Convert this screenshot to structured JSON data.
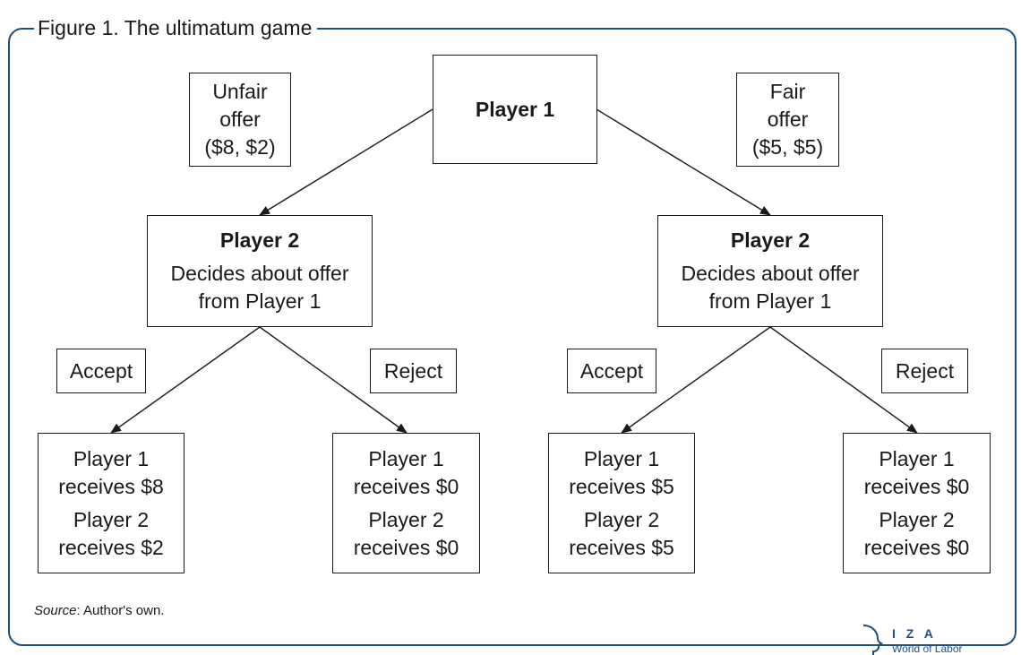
{
  "figure": {
    "title": "Figure 1. The ultimatum game",
    "source_label": "Source",
    "source_text": ": Author's own."
  },
  "nodes": {
    "player1": {
      "title": "Player 1"
    },
    "unfair_offer": {
      "line1": "Unfair",
      "line2": "offer",
      "line3": "($8, $2)"
    },
    "fair_offer": {
      "line1": "Fair",
      "line2": "offer",
      "line3": "($5, $5)"
    },
    "player2_left": {
      "title": "Player 2",
      "line1": "Decides about offer",
      "line2": "from Player 1"
    },
    "player2_right": {
      "title": "Player 2",
      "line1": "Decides about offer",
      "line2": "from Player 1"
    },
    "accept_left": {
      "label": "Accept"
    },
    "reject_left": {
      "label": "Reject"
    },
    "accept_right": {
      "label": "Accept"
    },
    "reject_right": {
      "label": "Reject"
    },
    "outcome_1": {
      "p1": "Player 1",
      "p1_amount": "receives $8",
      "p2": "Player 2",
      "p2_amount": "receives $2"
    },
    "outcome_2": {
      "p1": "Player 1",
      "p1_amount": "receives $0",
      "p2": "Player 2",
      "p2_amount": "receives $0"
    },
    "outcome_3": {
      "p1": "Player 1",
      "p1_amount": "receives $5",
      "p2": "Player 2",
      "p2_amount": "receives $5"
    },
    "outcome_4": {
      "p1": "Player 1",
      "p1_amount": "receives $0",
      "p2": "Player 2",
      "p2_amount": "receives $0"
    }
  },
  "logo": {
    "name": "I Z A",
    "subtitle": "World of Labor",
    "icon": "iza-head-profile-icon"
  },
  "colors": {
    "frame": "#1f4f7f",
    "lines": "#1a1a1a",
    "text": "#1a1a1a"
  }
}
